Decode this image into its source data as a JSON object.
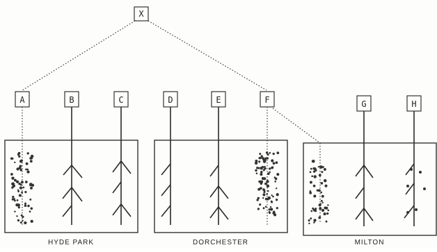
{
  "source": {
    "label": "X"
  },
  "plants": [
    {
      "label": "A",
      "state": "infected",
      "region": 0
    },
    {
      "label": "B",
      "state": "healthy",
      "region": 0
    },
    {
      "label": "C",
      "state": "healthy",
      "region": 0
    },
    {
      "label": "D",
      "state": "healthy",
      "region": 1
    },
    {
      "label": "E",
      "state": "healthy",
      "region": 1
    },
    {
      "label": "F",
      "state": "infected",
      "region": 1
    },
    {
      "label": "G",
      "state": "healthy",
      "region": 2
    },
    {
      "label": "H",
      "state": "partially-infected",
      "region": 2
    }
  ],
  "regions": [
    {
      "name": "HYDE PARK"
    },
    {
      "name": "DORCHESTER"
    },
    {
      "name": "MILTON"
    }
  ],
  "infection_links": [
    {
      "from": "X",
      "to": "A"
    },
    {
      "from": "X",
      "to": "F"
    },
    {
      "from": "F",
      "to": "MILTON"
    }
  ]
}
